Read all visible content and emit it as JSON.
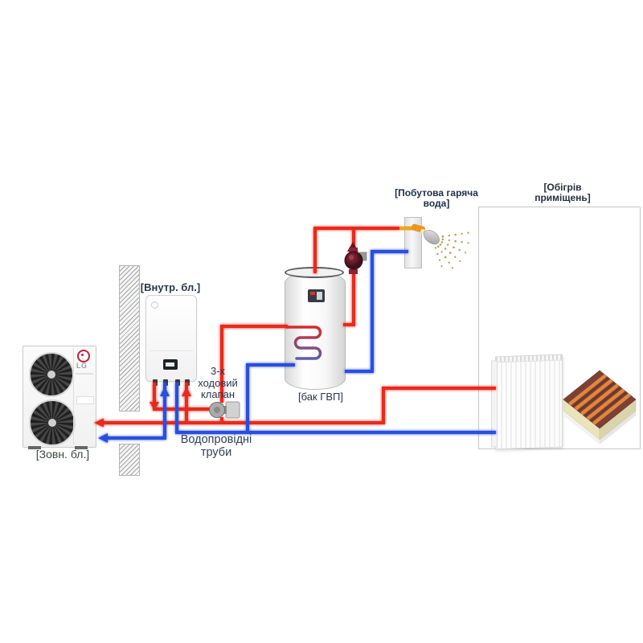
{
  "labels": {
    "outdoor_unit": "[Зовн. бл.]",
    "indoor_unit": "[Внутр. бл.]",
    "dhw_tank": "[бак ГВП]",
    "dhw_line1": "[Побутова гаряча",
    "dhw_line2": "вода]",
    "room_heating_line1": "[Обігрів",
    "room_heating_line2": "приміщень]",
    "valve_line1": "3-х",
    "valve_line2": "ходовий",
    "valve_line3": "клапан",
    "pipes_line1": "Водопровідні",
    "pipes_line2": "труби"
  },
  "brand": {
    "name": "LG"
  },
  "colors": {
    "pipe_hot": "#e8291f",
    "pipe_cold": "#2b4fdd",
    "dhw_connector": "#f0a41f",
    "lg_red": "#c2203f",
    "label_dark": "#2b3750"
  }
}
